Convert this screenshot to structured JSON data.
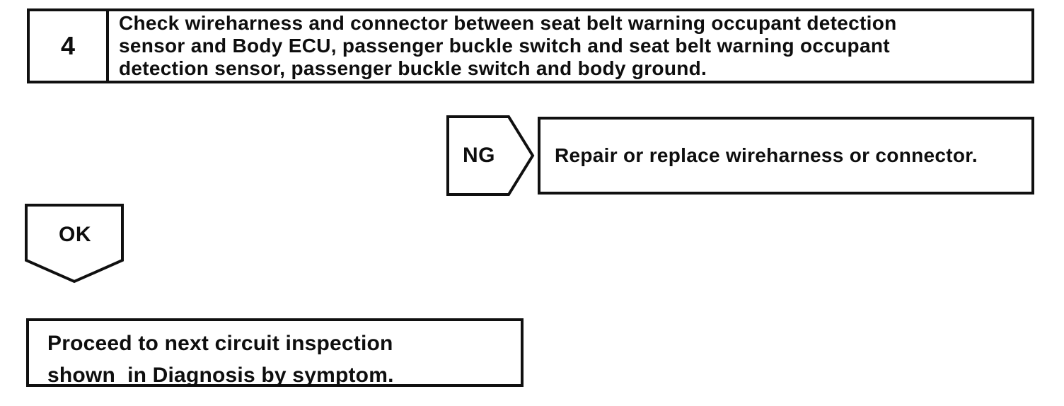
{
  "page": {
    "background": "#ffffff",
    "ink_color": "#101010"
  },
  "flowchart": {
    "step": {
      "number": "4",
      "instruction_lines": [
        "Check wireharness and connector between seat belt warning occupant detection",
        "sensor and Body ECU, passenger buckle switch and seat belt warning occupant",
        "detection sensor, passenger buckle switch and body ground."
      ]
    },
    "ng": {
      "label": "NG",
      "action": "Repair or replace wireharness or connector."
    },
    "ok": {
      "label": "OK",
      "action_lines": [
        "Proceed to next circuit inspection",
        "shown  in Diagnosis by symptom."
      ]
    }
  }
}
